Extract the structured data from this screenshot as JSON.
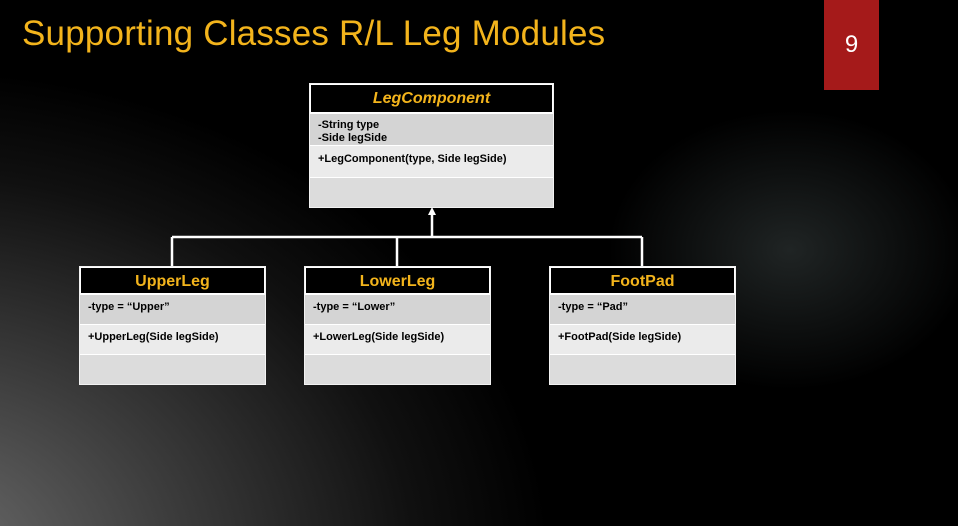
{
  "slide": {
    "title": "Supporting Classes R/L Leg Modules",
    "page_number": "9"
  },
  "colors": {
    "title": "#f3b41c",
    "page_badge": "#a51a1a",
    "class_header_bg": "#000000",
    "class_body_bg": "#d4d4d4"
  },
  "diagram": {
    "parent": {
      "name": "LegComponent",
      "attributes": [
        "-String type",
        "-Side legSide"
      ],
      "operations": [
        "+LegComponent(type, Side legSide)"
      ]
    },
    "children": [
      {
        "name": "UpperLeg",
        "attributes": [
          "-type = “Upper”"
        ],
        "operations": [
          "+UpperLeg(Side legSide)"
        ]
      },
      {
        "name": "LowerLeg",
        "attributes": [
          "-type = “Lower”"
        ],
        "operations": [
          "+LowerLeg(Side legSide)"
        ]
      },
      {
        "name": "FootPad",
        "attributes": [
          "-type = “Pad”"
        ],
        "operations": [
          "+FootPad(Side legSide)"
        ]
      }
    ]
  }
}
